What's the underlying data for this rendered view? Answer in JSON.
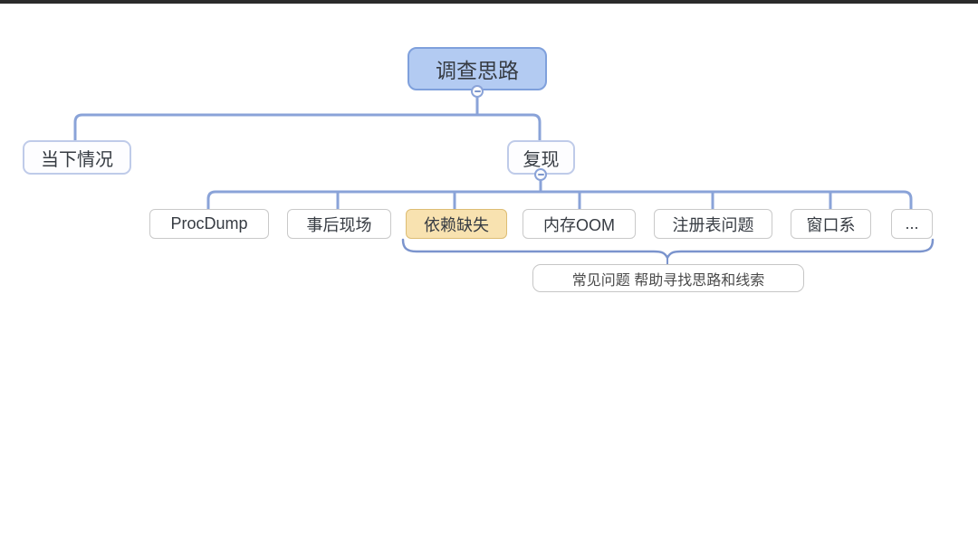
{
  "colors": {
    "canvas-bg": "#ffffff",
    "top-bar": "#2b2b2b",
    "root-fill": "#b3cbf2",
    "root-border": "#7fa0dc",
    "branch-fill": "#fdfdff",
    "branch-border": "#bfcbe9",
    "child-fill": "#ffffff",
    "child-border": "#c9c9c9",
    "highlight-fill": "#f8e2b0",
    "highlight-border": "#ddbd74",
    "connector": "#8aa3d8",
    "brace": "#7b94cd",
    "text": "#363b42",
    "summary-text": "#4a4a4a",
    "summary-border": "#c6c6c6"
  },
  "mindmap": {
    "root": {
      "label": "调查思路"
    },
    "branches": [
      {
        "label": "当下情况"
      },
      {
        "label": "复现"
      }
    ],
    "reproduce_children": [
      {
        "label": "ProcDump",
        "highlighted": false
      },
      {
        "label": "事后现场",
        "highlighted": false
      },
      {
        "label": "依赖缺失",
        "highlighted": true
      },
      {
        "label": "内存OOM",
        "highlighted": false
      },
      {
        "label": "注册表问题",
        "highlighted": false
      },
      {
        "label": "窗口系",
        "highlighted": false
      },
      {
        "label": "...",
        "highlighted": false
      }
    ],
    "summary": {
      "label": "常见问题 帮助寻找思路和线索"
    },
    "collapse_icon_glyph": "minus"
  }
}
